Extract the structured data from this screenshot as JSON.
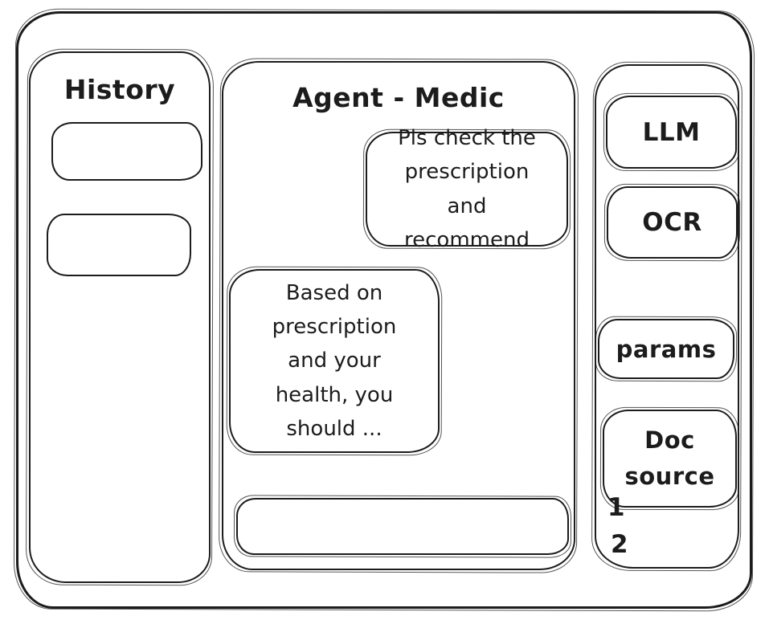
{
  "window": {
    "stroke_color": "#1c1c1c",
    "background_color": "#ffffff"
  },
  "history_panel": {
    "title": "History",
    "items": [
      {
        "label": ""
      },
      {
        "label": ""
      }
    ]
  },
  "chat_panel": {
    "title": "Agent - Medic",
    "messages": [
      {
        "role": "user",
        "text": "Pls check the prescription and recommend"
      },
      {
        "role": "agent",
        "text": "Based on prescription and your health, you should ..."
      }
    ],
    "input": {
      "value": "",
      "placeholder": ""
    }
  },
  "tools_panel": {
    "buttons": [
      {
        "label": "LLM"
      },
      {
        "label": "OCR"
      },
      {
        "label": "params"
      },
      {
        "label": "Doc source"
      }
    ],
    "doc_sources": [
      "1",
      "2"
    ]
  }
}
